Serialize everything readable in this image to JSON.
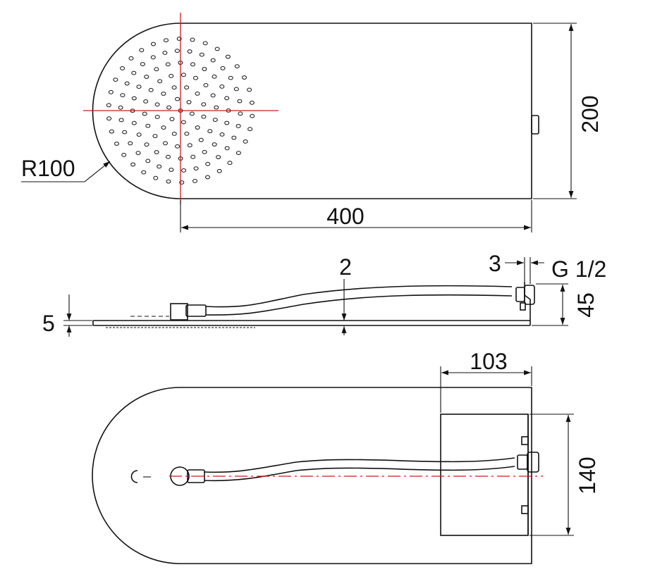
{
  "dimensions": {
    "radius": "R100",
    "length": "400",
    "width": "200",
    "wall_thickness": "2",
    "offset": "3",
    "thread": "G 1/2",
    "plate_thickness": "5",
    "height": "45",
    "bracket_width": "103",
    "bracket_height": "140"
  },
  "colors": {
    "outline": "#111111",
    "centerline": "#d11a1a"
  }
}
